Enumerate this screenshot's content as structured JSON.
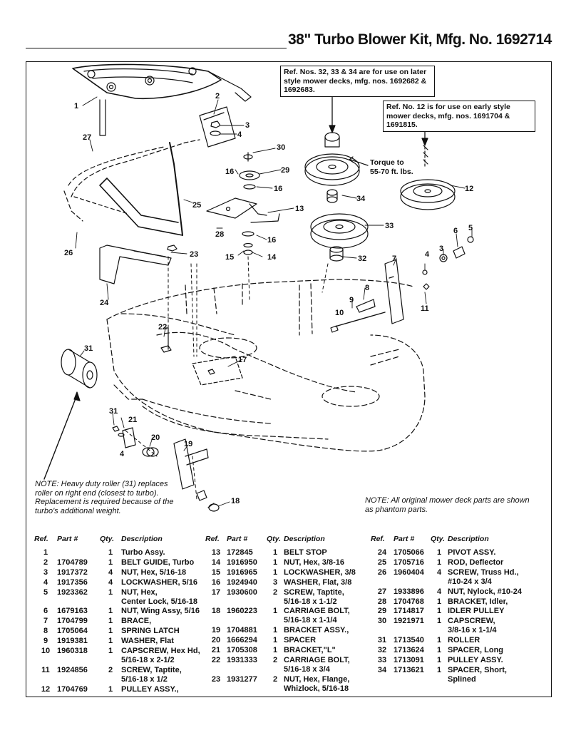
{
  "header": {
    "title": "38\" Turbo Blower Kit, Mfg. No. 1692714"
  },
  "notes": {
    "later_decks": "Ref. Nos. 32, 33 & 34 are for use on later style mower decks, mfg. nos. 1692682 & 1692683.",
    "early_decks": "Ref. No. 12 is for use on early style mower decks, mfg. nos. 1691704 & 1691815.",
    "torque_line1": "Torque to",
    "torque_line2": "55-70 ft. lbs.",
    "roller": "NOTE: Heavy duty roller (31) replaces roller on right end (closest to turbo). Replacement is required because of the turbo's additional weight.",
    "phantom": "NOTE: All original mower deck parts are shown as phantom parts."
  },
  "callouts": [
    "1",
    "2",
    "3",
    "4",
    "5",
    "6",
    "7",
    "8",
    "9",
    "10",
    "11",
    "12",
    "13",
    "14",
    "15",
    "16",
    "17",
    "18",
    "19",
    "20",
    "21",
    "22",
    "23",
    "24",
    "25",
    "26",
    "27",
    "28",
    "29",
    "30",
    "31",
    "32",
    "33",
    "34"
  ],
  "table_headers": {
    "ref": "Ref.",
    "part": "Part #",
    "qty": "Qty.",
    "desc": "Description"
  },
  "parts_columns": [
    [
      {
        "ref": "1",
        "part": "",
        "qty": "1",
        "desc": [
          "Turbo Assy."
        ]
      },
      {
        "ref": "2",
        "part": "1704789",
        "qty": "1",
        "desc": [
          "BELT GUIDE, Turbo"
        ]
      },
      {
        "ref": "3",
        "part": "1917372",
        "qty": "4",
        "desc": [
          "NUT, Hex, 5/16-18"
        ]
      },
      {
        "ref": "4",
        "part": "1917356",
        "qty": "4",
        "desc": [
          "LOCKWASHER, 5/16"
        ]
      },
      {
        "ref": "5",
        "part": "1923362",
        "qty": "1",
        "desc": [
          "NUT, Hex,",
          "Center Lock, 5/16-18"
        ]
      },
      {
        "ref": "6",
        "part": "1679163",
        "qty": "1",
        "desc": [
          "NUT, Wing Assy, 5/16"
        ]
      },
      {
        "ref": "7",
        "part": "1704799",
        "qty": "1",
        "desc": [
          "BRACE,"
        ]
      },
      {
        "ref": "8",
        "part": "1705064",
        "qty": "1",
        "desc": [
          "SPRING LATCH"
        ]
      },
      {
        "ref": "9",
        "part": "1919381",
        "qty": "1",
        "desc": [
          "WASHER, Flat"
        ]
      },
      {
        "ref": "10",
        "part": "1960318",
        "qty": "1",
        "desc": [
          "CAPSCREW, Hex Hd,",
          "5/16-18 x 2-1/2"
        ]
      },
      {
        "ref": "11",
        "part": "1924856",
        "qty": "2",
        "desc": [
          "SCREW, Taptite,",
          "5/16-18 x 1/2"
        ]
      },
      {
        "ref": "12",
        "part": "1704769",
        "qty": "1",
        "desc": [
          "PULLEY ASSY.,"
        ]
      }
    ],
    [
      {
        "ref": "13",
        "part": "172845",
        "qty": "1",
        "desc": [
          "BELT STOP"
        ]
      },
      {
        "ref": "14",
        "part": "1916950",
        "qty": "1",
        "desc": [
          "NUT, Hex, 3/8-16"
        ]
      },
      {
        "ref": "15",
        "part": "1916965",
        "qty": "1",
        "desc": [
          "LOCKWASHER, 3/8"
        ]
      },
      {
        "ref": "16",
        "part": "1924940",
        "qty": "3",
        "desc": [
          "WASHER, Flat, 3/8"
        ]
      },
      {
        "ref": "17",
        "part": "1930600",
        "qty": "2",
        "desc": [
          "SCREW, Taptite,",
          "5/16-18 x 1-1/2"
        ]
      },
      {
        "ref": "18",
        "part": "1960223",
        "qty": "1",
        "desc": [
          "CARRIAGE BOLT,",
          "5/16-18 x 1-1/4"
        ]
      },
      {
        "ref": "19",
        "part": "1704881",
        "qty": "1",
        "desc": [
          "BRACKET ASSY.,"
        ]
      },
      {
        "ref": "20",
        "part": "1666294",
        "qty": "1",
        "desc": [
          "SPACER"
        ]
      },
      {
        "ref": "21",
        "part": "1705308",
        "qty": "1",
        "desc": [
          "BRACKET,\"L\""
        ]
      },
      {
        "ref": "22",
        "part": "1931333",
        "qty": "2",
        "desc": [
          "CARRIAGE BOLT,",
          "5/16-18 x 3/4"
        ]
      },
      {
        "ref": "23",
        "part": "1931277",
        "qty": "2",
        "desc": [
          "NUT, Hex, Flange,",
          "Whizlock, 5/16-18"
        ]
      }
    ],
    [
      {
        "ref": "24",
        "part": "1705066",
        "qty": "1",
        "desc": [
          "PIVOT ASSY."
        ]
      },
      {
        "ref": "25",
        "part": "1705716",
        "qty": "1",
        "desc": [
          "ROD, Deflector"
        ]
      },
      {
        "ref": "26",
        "part": "1960404",
        "qty": "4",
        "desc": [
          "SCREW, Truss Hd.,",
          "#10-24 x 3/4"
        ]
      },
      {
        "ref": "27",
        "part": "1933896",
        "qty": "4",
        "desc": [
          "NUT, Nylock, #10-24"
        ]
      },
      {
        "ref": "28",
        "part": "1704768",
        "qty": "1",
        "desc": [
          "BRACKET, Idler,"
        ]
      },
      {
        "ref": "29",
        "part": "1714817",
        "qty": "1",
        "desc": [
          "IDLER PULLEY"
        ]
      },
      {
        "ref": "30",
        "part": "1921971",
        "qty": "1",
        "desc": [
          "CAPSCREW,",
          "3/8-16 x 1-1/4"
        ]
      },
      {
        "ref": "31",
        "part": "1713540",
        "qty": "1",
        "desc": [
          "ROLLER"
        ]
      },
      {
        "ref": "32",
        "part": "1713624",
        "qty": "1",
        "desc": [
          "SPACER, Long"
        ]
      },
      {
        "ref": "33",
        "part": "1713091",
        "qty": "1",
        "desc": [
          "PULLEY ASSY."
        ]
      },
      {
        "ref": "34",
        "part": "1713621",
        "qty": "1",
        "desc": [
          "SPACER, Short,",
          "Splined"
        ]
      }
    ]
  ]
}
